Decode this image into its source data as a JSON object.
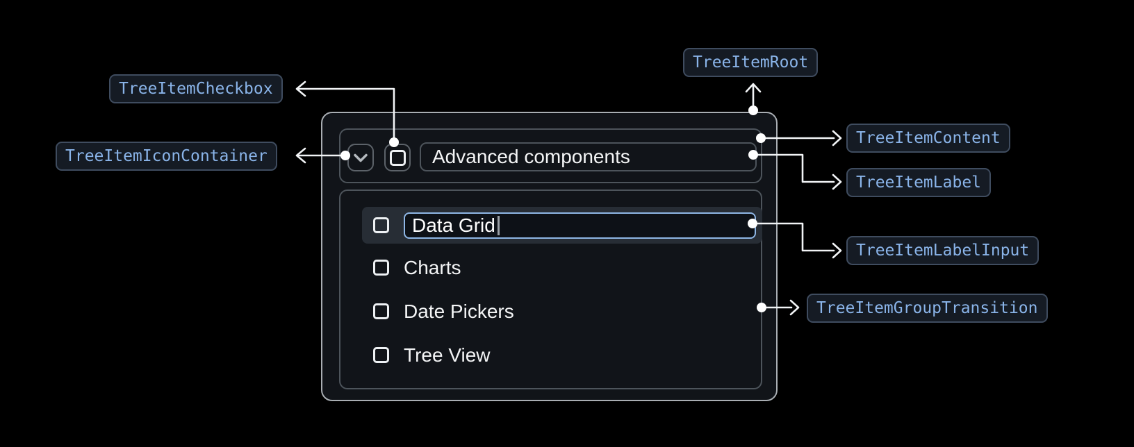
{
  "tree": {
    "parent_label": "Advanced components",
    "children": [
      {
        "label": "Data Grid",
        "state": "editing"
      },
      {
        "label": "Charts"
      },
      {
        "label": "Date Pickers"
      },
      {
        "label": "Tree View"
      }
    ]
  },
  "annotations": {
    "root": "TreeItemRoot",
    "checkbox": "TreeItemCheckbox",
    "icon_container": "TreeItemIconContainer",
    "content": "TreeItemContent",
    "label": "TreeItemLabel",
    "label_input": "TreeItemLabelInput",
    "group_transition": "TreeItemGroupTransition"
  },
  "colors": {
    "background": "#000000",
    "panel_border": "#a9aeb3",
    "inner_border": "#4d545b",
    "row_highlight": "#272d35",
    "input_border": "#8fb7e6",
    "badge_text": "#8ab4e9",
    "badge_border": "#3f4c5f",
    "badge_background": "#151b24",
    "connector": "#f2f4f6",
    "tree_text": "#f4f5f6"
  }
}
